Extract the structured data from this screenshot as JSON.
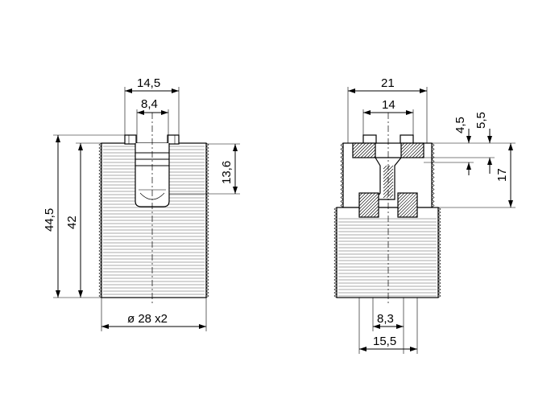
{
  "colors": {
    "line": "#000000",
    "background": "#ffffff"
  },
  "left_view": {
    "dim_top_outer": "14,5",
    "dim_top_inner": "8,4",
    "dim_height_total": "44,5",
    "dim_height_thread": "42",
    "dim_slot_depth": "13,6",
    "dim_diameter": "ø 28 x2"
  },
  "right_view": {
    "dim_top_outer": "21",
    "dim_top_inner": "14",
    "dim_small_1": "4,5",
    "dim_small_2": "5,5",
    "dim_side": "17",
    "dim_bottom_inner": "8,3",
    "dim_bottom_outer": "15,5"
  }
}
